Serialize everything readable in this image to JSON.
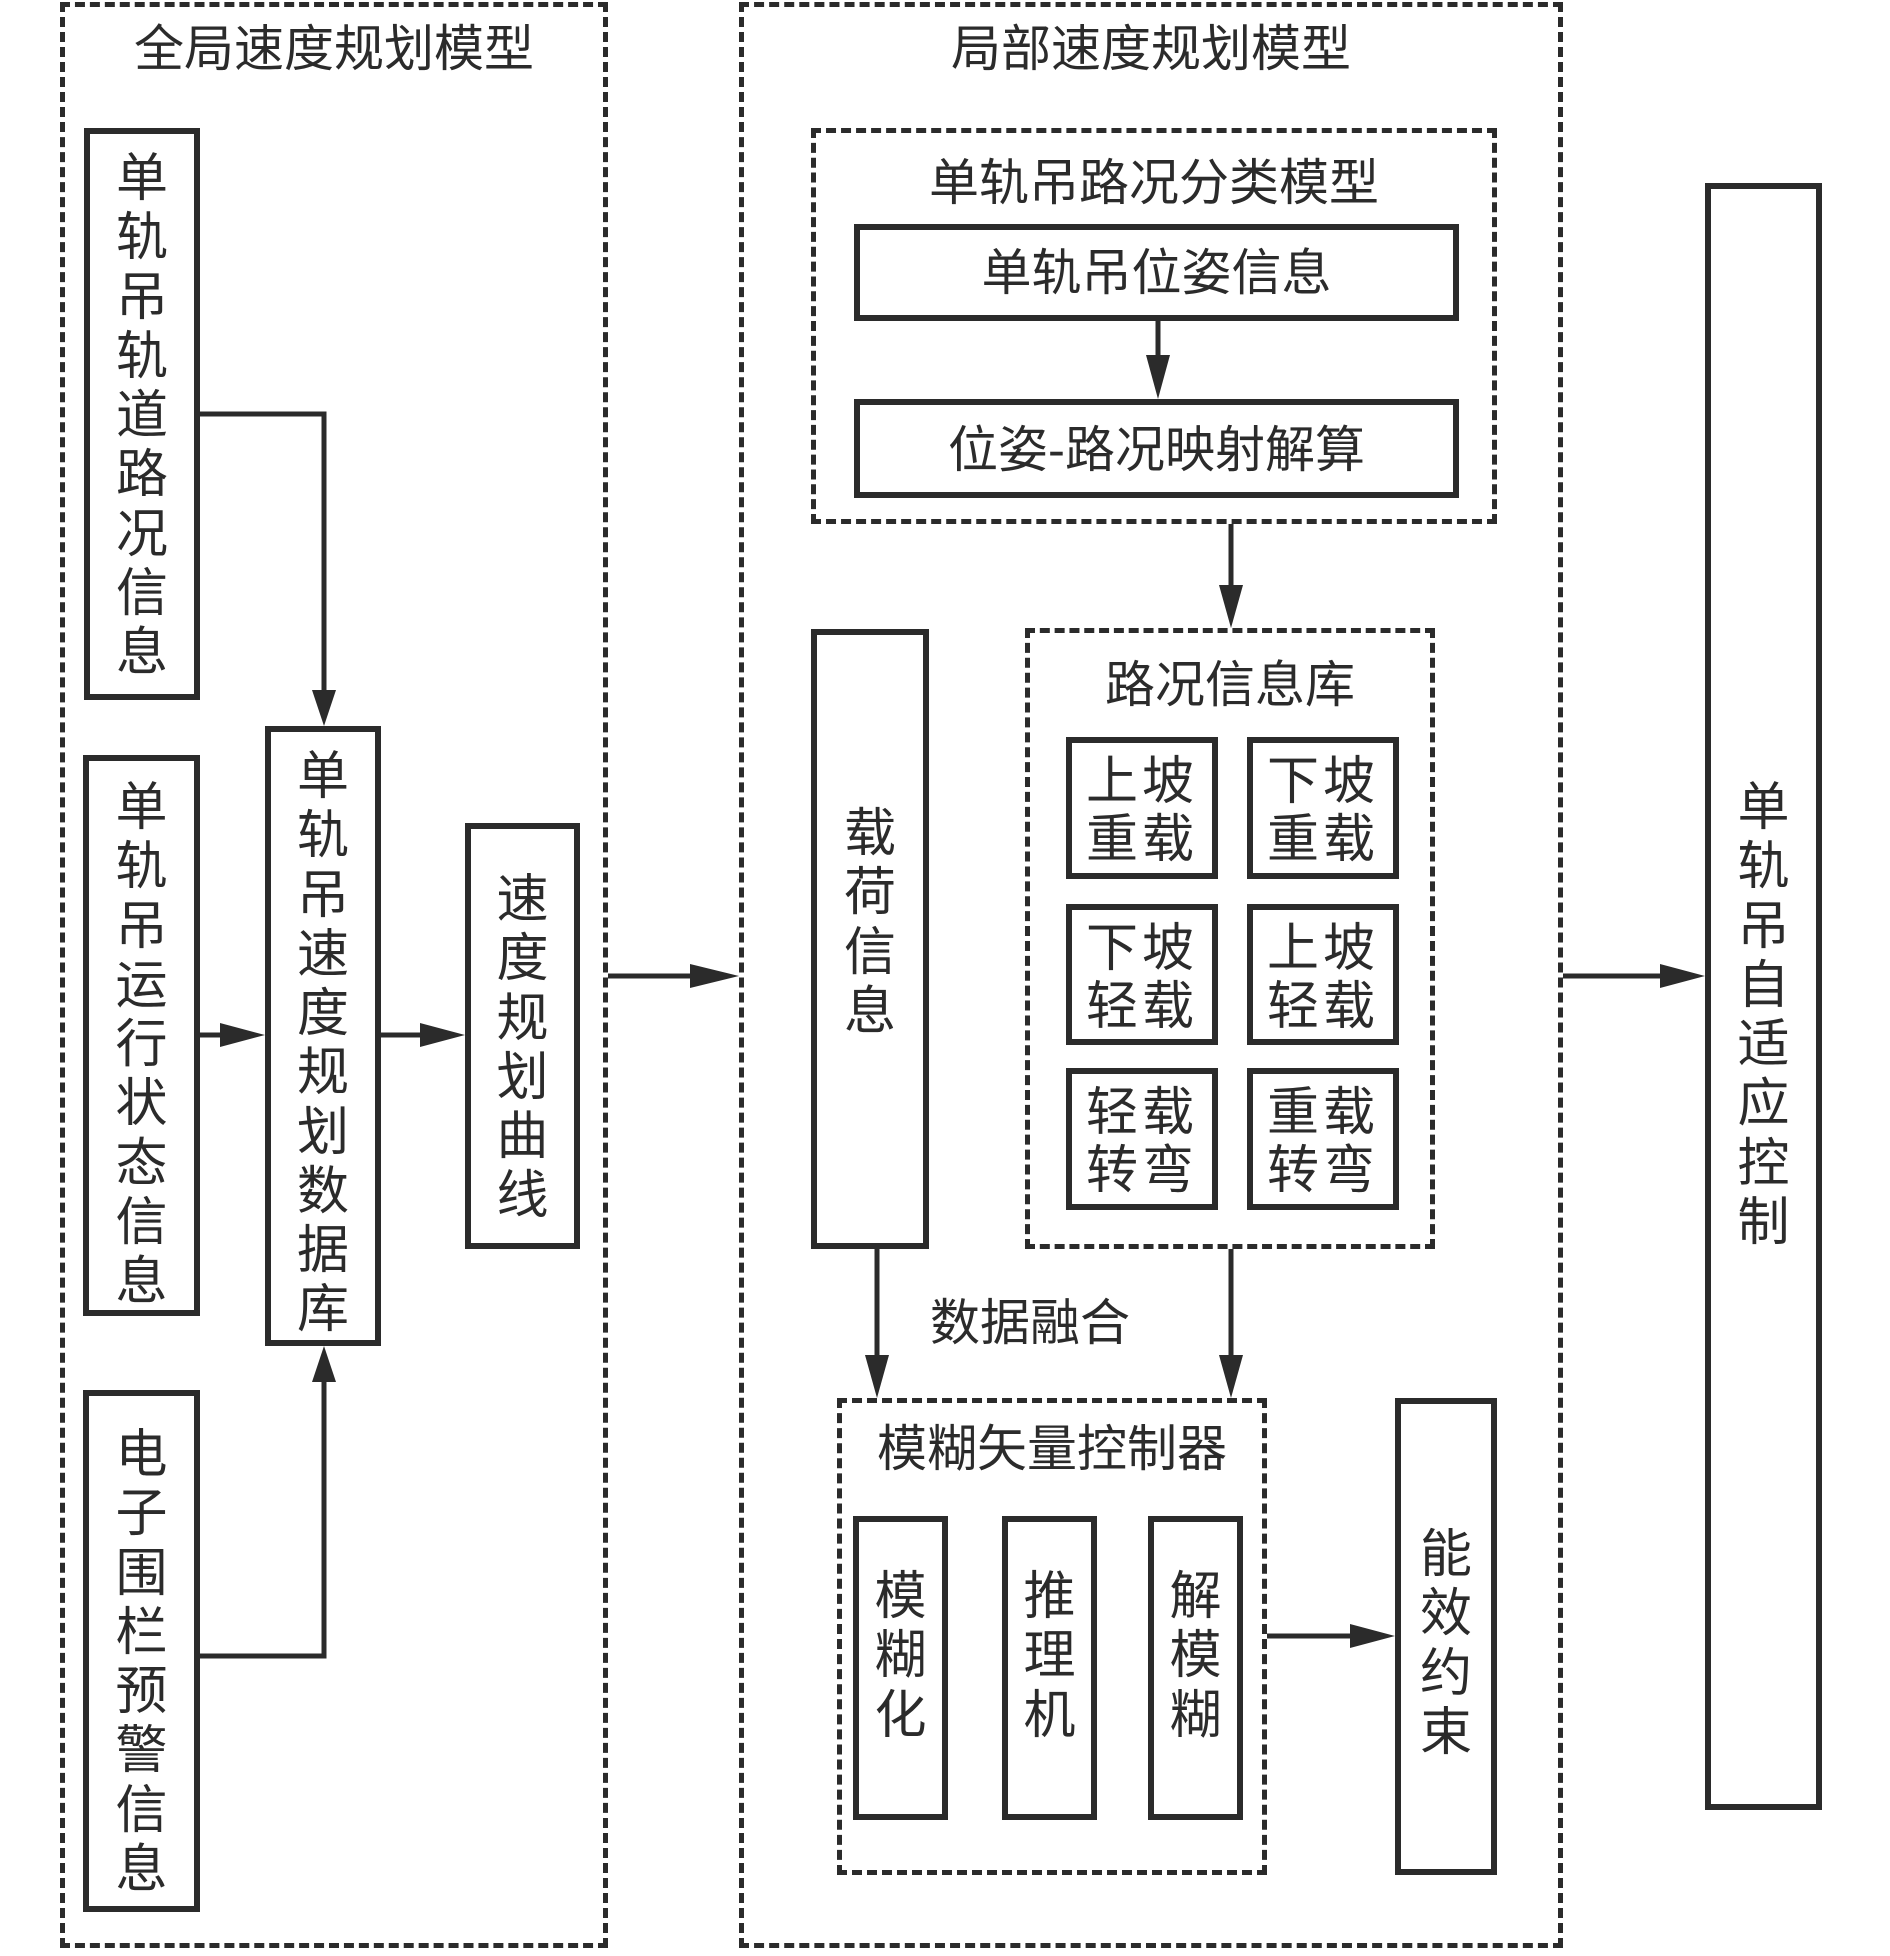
{
  "global_model": {
    "title": "全局速度规划模型",
    "track_info": "单轨吊轨道路况信息",
    "run_state_info": "单轨吊运行状态信息",
    "fence_warning_info": "电子围栏预警信息",
    "speed_database": "单轨吊速度规划数据库",
    "speed_curve": "速度规划曲线"
  },
  "local_model": {
    "title": "局部速度规划模型",
    "classification_model": {
      "title": "单轨吊路况分类模型",
      "pose_info": "单轨吊位姿信息",
      "mapping_solve": "位姿-路况映射解算"
    },
    "load_info": "载荷信息",
    "road_db": {
      "title": "路况信息库",
      "items": [
        {
          "line1": "上坡",
          "line2": "重载"
        },
        {
          "line1": "下坡",
          "line2": "重载"
        },
        {
          "line1": "下坡",
          "line2": "轻载"
        },
        {
          "line1": "上坡",
          "line2": "轻载"
        },
        {
          "line1": "轻载",
          "line2": "转弯"
        },
        {
          "line1": "重载",
          "line2": "转弯"
        }
      ]
    },
    "fusion_label": "数据融合",
    "fuzzy_controller": {
      "title": "模糊矢量控制器",
      "stages": [
        "模糊化",
        "推理机",
        "解模糊"
      ]
    },
    "energy_constraint": "能效约束"
  },
  "adaptive_control": "单轨吊自适应控制"
}
